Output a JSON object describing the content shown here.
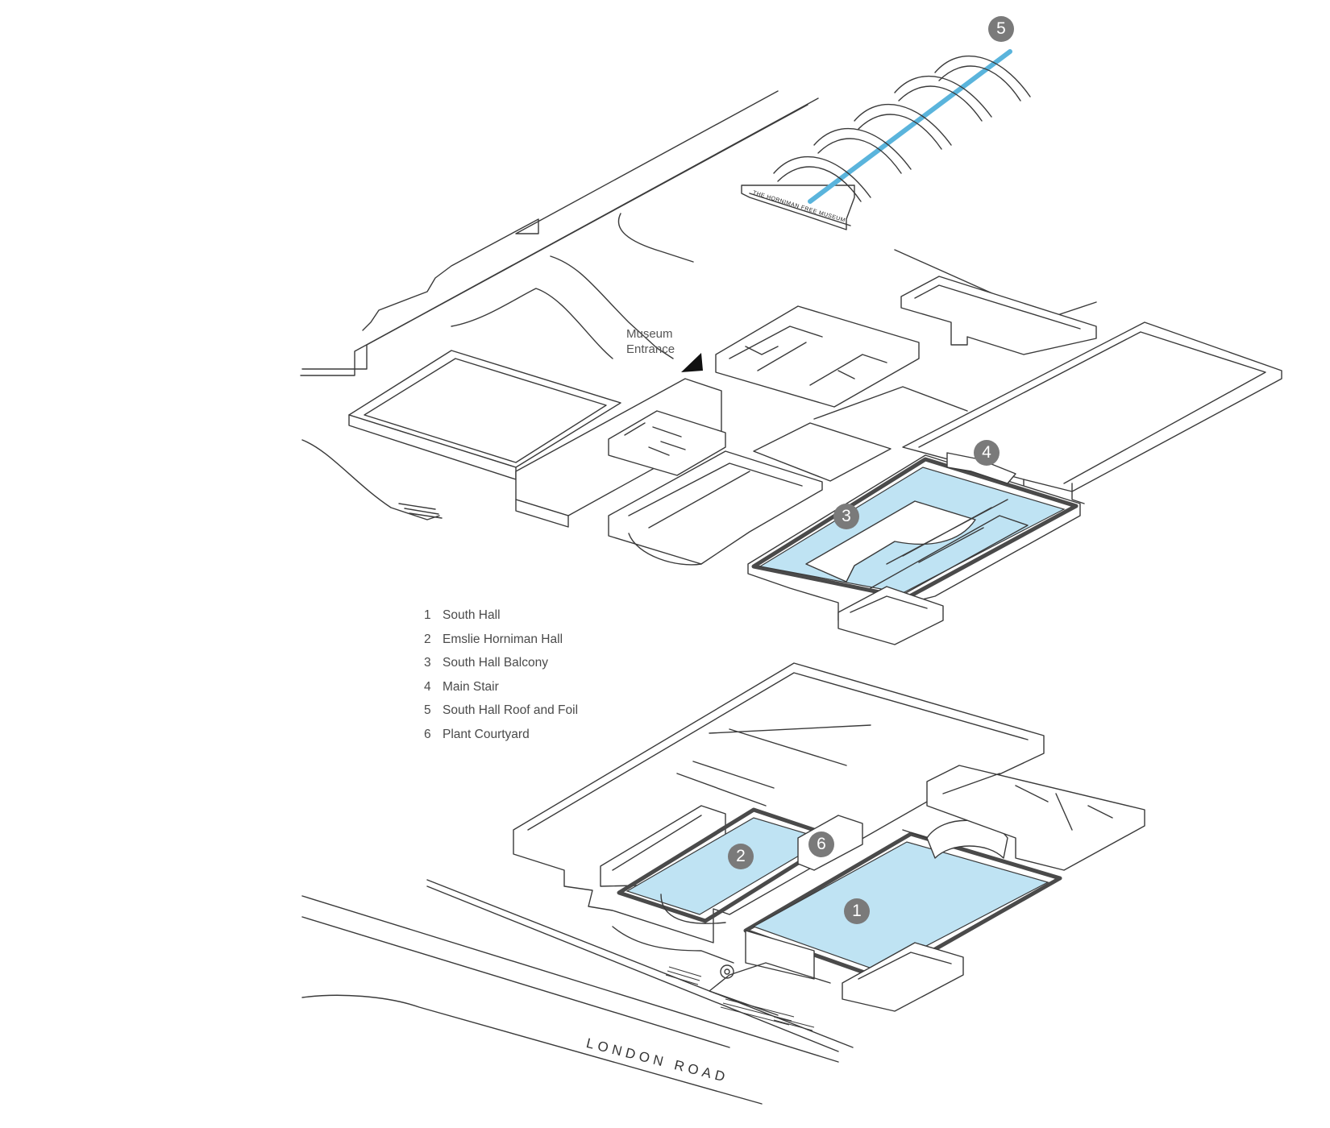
{
  "legend": [
    {
      "num": "1",
      "label": "South Hall"
    },
    {
      "num": "2",
      "label": "Emslie Horniman Hall"
    },
    {
      "num": "3",
      "label": "South Hall Balcony"
    },
    {
      "num": "4",
      "label": "Main Stair"
    },
    {
      "num": "5",
      "label": "South Hall Roof and Foil"
    },
    {
      "num": "6",
      "label": "Plant Courtyard"
    }
  ],
  "entrance_label": {
    "line1": "Museum",
    "line2": "Entrance"
  },
  "road_label": "LONDON ROAD",
  "sign_text": "THE HORNIMAN FREE MUSEUM",
  "colors": {
    "highlight": "#bfe3f3",
    "badge": "#7a7a7a",
    "line": "#3a3a3a",
    "roof_foil": "#5ab4dc"
  }
}
